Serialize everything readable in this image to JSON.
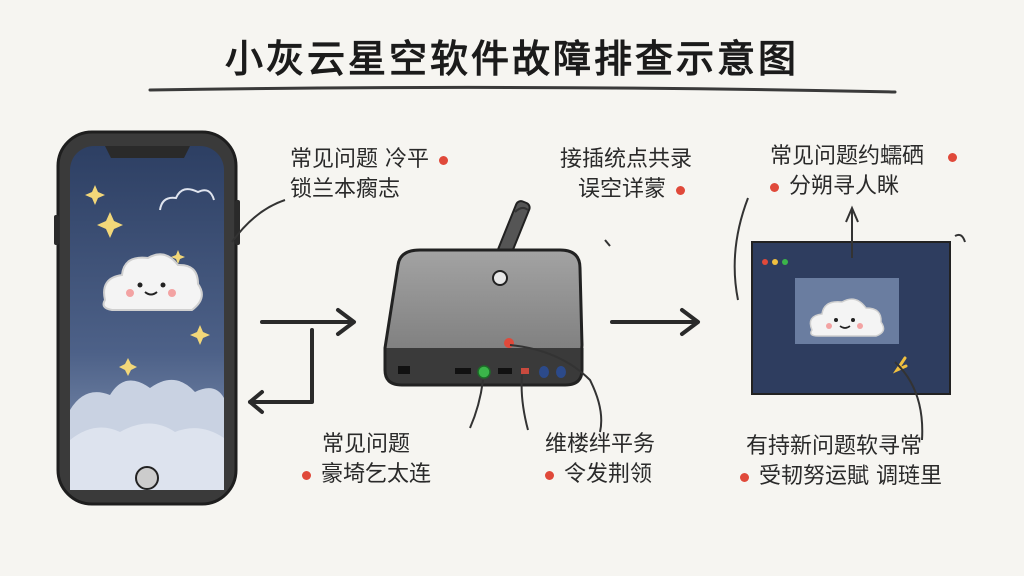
{
  "title": "小灰云星空软件故障排查示意图",
  "colors": {
    "accent_dot": "#e0493a",
    "phone_sky": "#2f4368",
    "screen_bg": "#2e3d5f",
    "router_body": "#8d8d8d",
    "status_green": "#3bb54a"
  },
  "icons": [
    "cloud-mascot-icon",
    "star-icon",
    "arrow-icon",
    "router-antenna-icon",
    "window-dots-icon"
  ],
  "labels": {
    "phone_top": {
      "line1": "常见问题 冷平",
      "line2": "锁兰本瘸志"
    },
    "router_top": {
      "line1": "接插统点共录",
      "line2": "误空详蒙"
    },
    "screen_top": {
      "line1": "常见问题约蠕硒",
      "line2": "分朔寻人眯"
    },
    "router_left_bottom": {
      "line1": "常见问题",
      "line2": "豪埼乞太连"
    },
    "router_right_bottom": {
      "line1": "维楼绊平务",
      "line2": "令发荆领"
    },
    "screen_bottom": {
      "line1": "有持新问题软寻常",
      "line2": "受韧努运賦 调琏里"
    }
  }
}
